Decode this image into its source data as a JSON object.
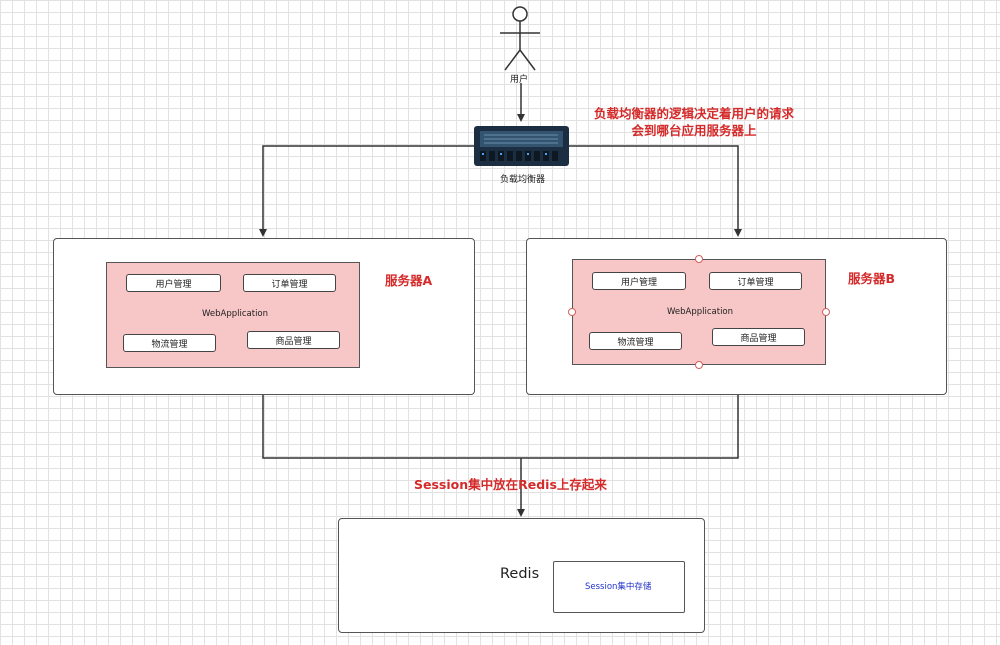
{
  "user": {
    "label": "用户"
  },
  "load_balancer": {
    "label": "负载均衡器",
    "note_line1": "负载均衡器的逻辑决定着用户的请求",
    "note_line2": "会到哪台应用服务器上"
  },
  "server_a": {
    "title": "服务器A",
    "app_label": "WebApplication",
    "modules": [
      "用户管理",
      "订单管理",
      "物流管理",
      "商品管理"
    ]
  },
  "server_b": {
    "title": "服务器B",
    "app_label": "WebApplication",
    "modules": [
      "用户管理",
      "订单管理",
      "物流管理",
      "商品管理"
    ]
  },
  "session_note": "Session集中放在Redis上存起来",
  "redis": {
    "title": "Redis",
    "store_label": "Session集中存储"
  },
  "colors": {
    "note_red": "#d42a2a",
    "app_fill": "#f7c6c6",
    "store_text": "#2233cc",
    "lb_dark": "#1c2f42"
  }
}
